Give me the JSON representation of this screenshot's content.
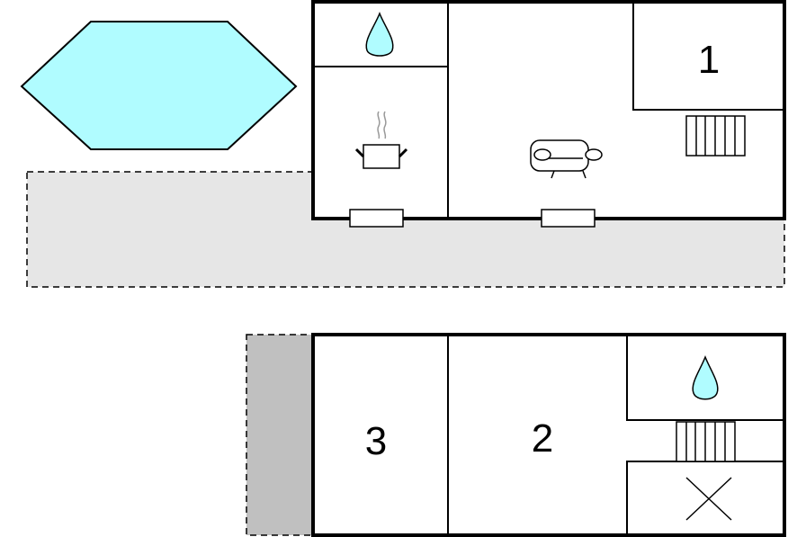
{
  "plan": {
    "upper_floor": {
      "room_label": "1"
    },
    "lower_floor": {
      "room_labels": [
        "3",
        "2"
      ]
    }
  },
  "colors": {
    "pool": "#b0fcff",
    "water": "#b0fcff",
    "terrace": "#e6e6e6",
    "shaded_area": "#c0c0c0",
    "wall": "#000000"
  },
  "icons": [
    "pool-icon",
    "water-drop-icon",
    "cooking-pot-icon",
    "sofa-icon",
    "stairs-icon",
    "window-icon",
    "cross-icon"
  ]
}
